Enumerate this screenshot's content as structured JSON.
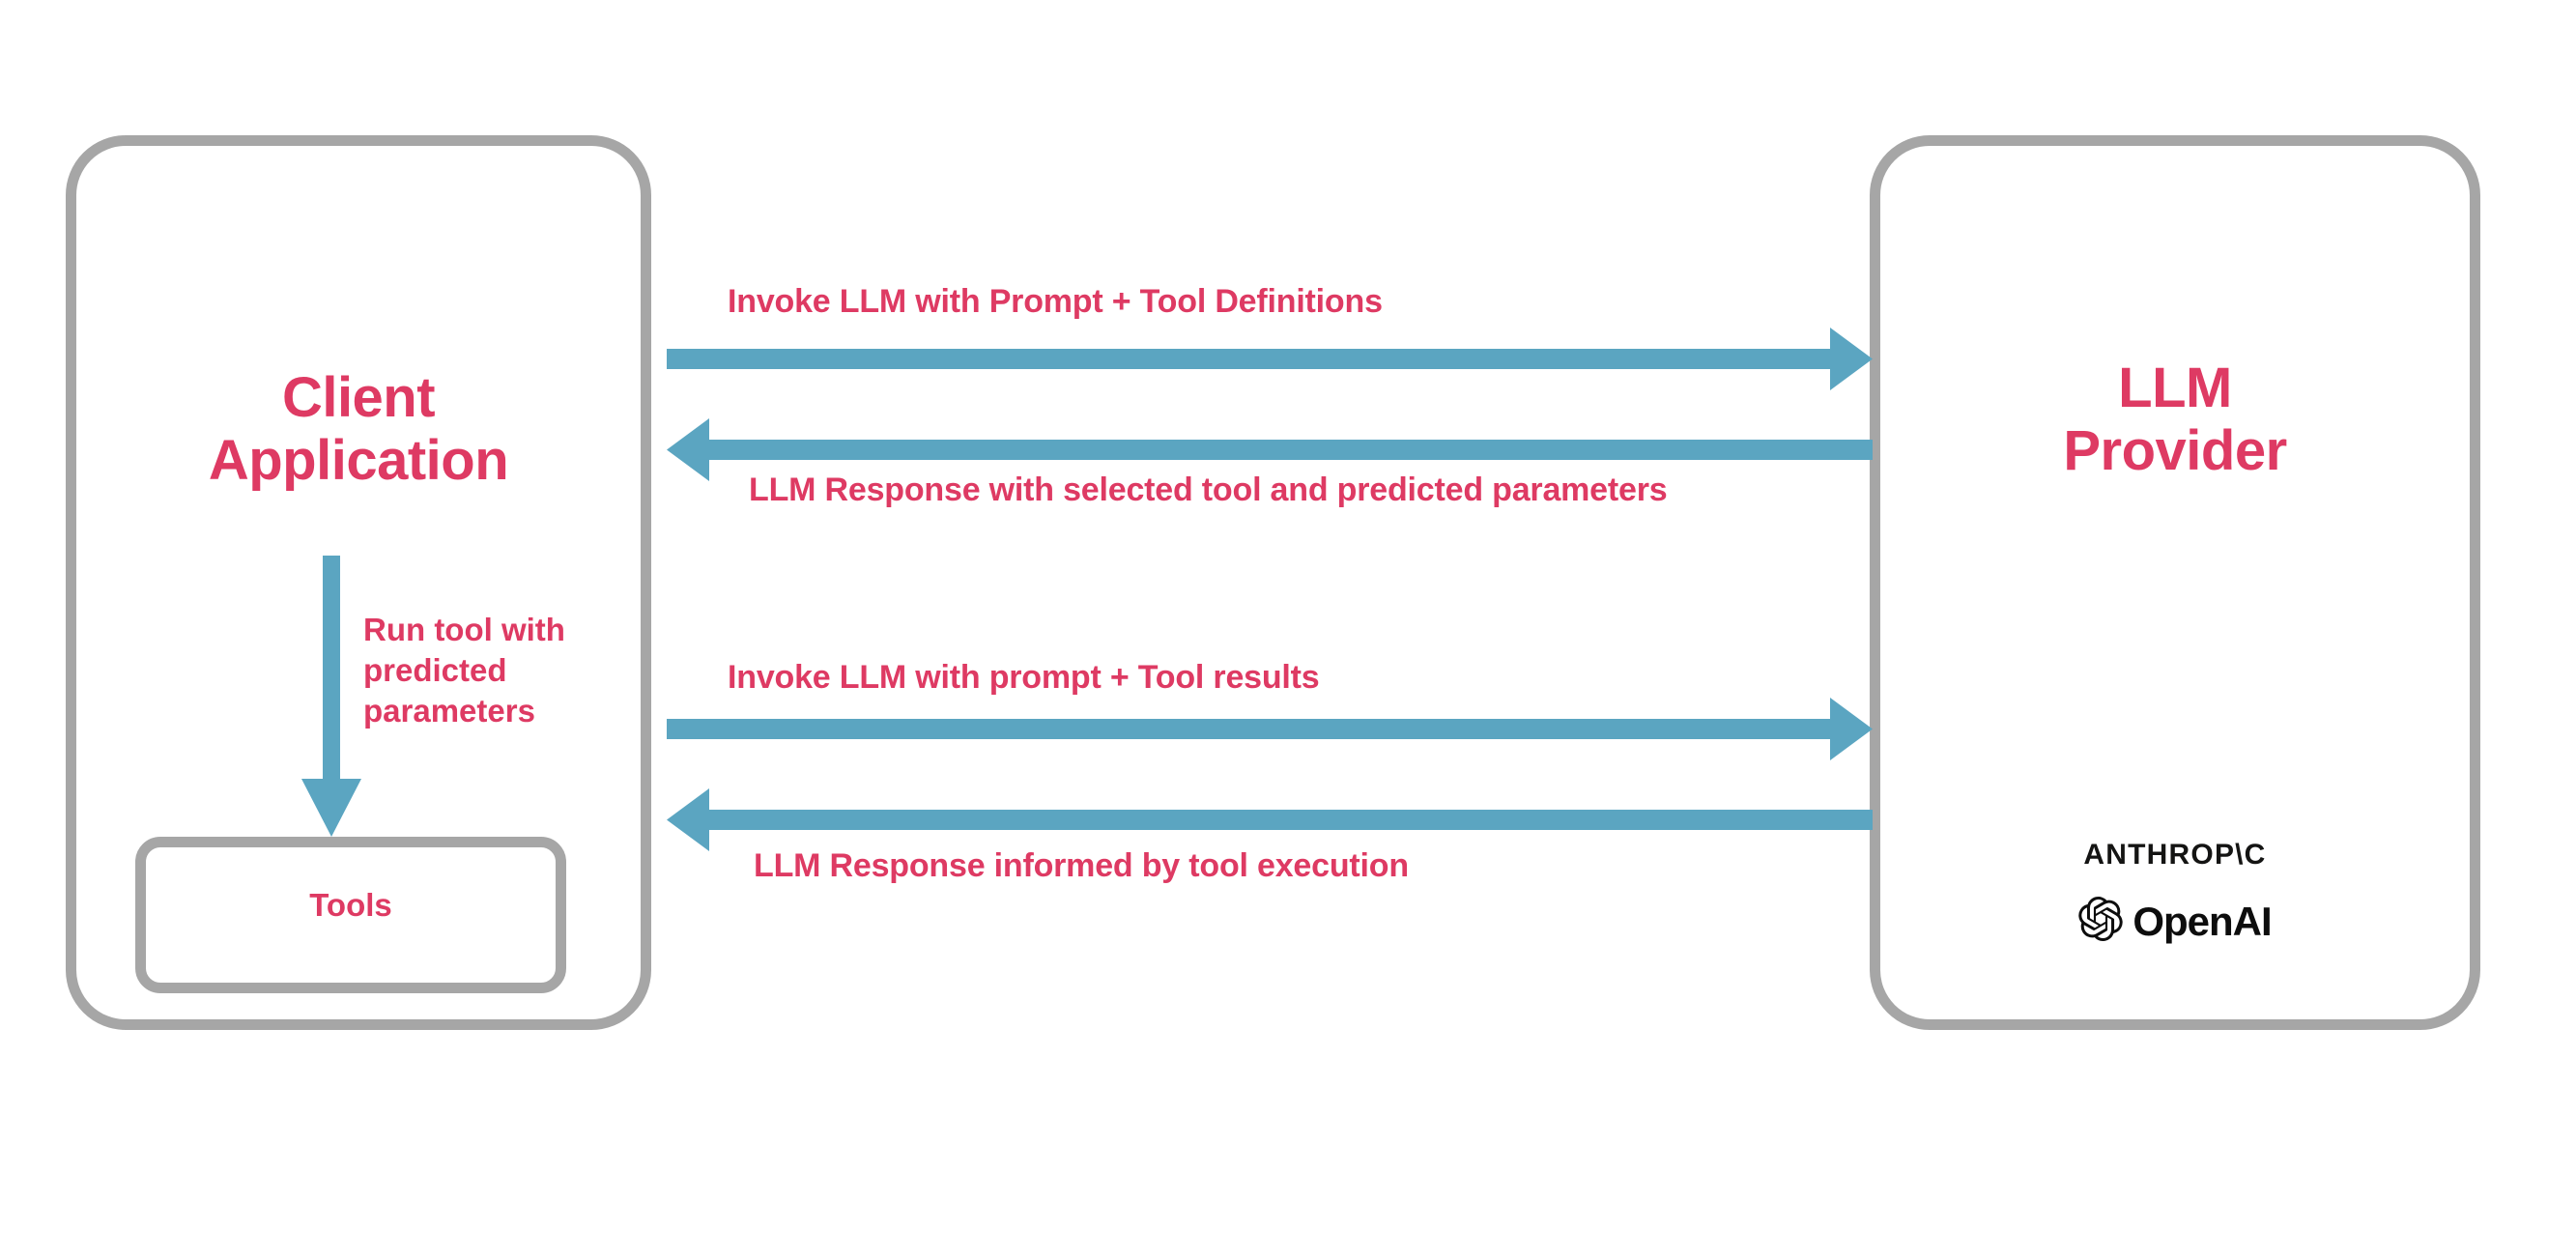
{
  "diagram": {
    "title": "LLM Tool Use / Function Calling Flow",
    "colors": {
      "accent_pink": "#de3a63",
      "arrow_blue": "#5ba5c1",
      "box_border_grey": "#a6a6a6",
      "logo_black": "#0d0d0d",
      "background": "#ffffff"
    }
  },
  "nodes": {
    "client": {
      "title": "Client\nApplication",
      "inner": {
        "tools_label": "Tools"
      },
      "internal_flow_label": "Run tool with\npredicted\nparameters"
    },
    "provider": {
      "title": "LLM\nProvider",
      "logos": [
        {
          "name": "anthropic-logo",
          "text": "ANTHROP\\C"
        },
        {
          "name": "openai-logo",
          "text": "OpenAI"
        }
      ]
    }
  },
  "flows": [
    {
      "id": "invoke-1",
      "label": "Invoke LLM with Prompt + Tool Definitions",
      "direction": "right",
      "from": "client",
      "to": "provider"
    },
    {
      "id": "response-1",
      "label": "LLM Response with selected tool and predicted parameters",
      "direction": "left",
      "from": "provider",
      "to": "client"
    },
    {
      "id": "invoke-2",
      "label": "Invoke LLM with prompt + Tool results",
      "direction": "right",
      "from": "client",
      "to": "provider"
    },
    {
      "id": "response-2",
      "label": "LLM Response informed by tool execution",
      "direction": "left",
      "from": "provider",
      "to": "client"
    }
  ]
}
